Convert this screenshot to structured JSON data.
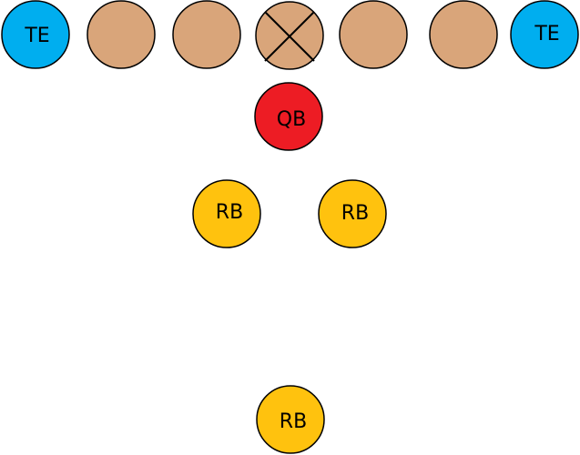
{
  "formation": {
    "players": [
      {
        "id": "te-left",
        "role": "tight-end",
        "label": "TE",
        "color": "#00AEEF"
      },
      {
        "id": "ol-1",
        "role": "lineman",
        "label": "",
        "color": "#D9A57A"
      },
      {
        "id": "ol-2",
        "role": "lineman",
        "label": "",
        "color": "#D9A57A"
      },
      {
        "id": "center",
        "role": "center",
        "label": "",
        "color": "#D9A57A",
        "marker": "x-mark"
      },
      {
        "id": "ol-4",
        "role": "lineman",
        "label": "",
        "color": "#D9A57A"
      },
      {
        "id": "ol-5",
        "role": "lineman",
        "label": "",
        "color": "#D9A57A"
      },
      {
        "id": "te-right",
        "role": "tight-end",
        "label": "TE",
        "color": "#00AEEF"
      },
      {
        "id": "qb",
        "role": "quarterback",
        "label": "QB",
        "color": "#ED1C24"
      },
      {
        "id": "rb-left",
        "role": "running-back",
        "label": "RB",
        "color": "#FFC20E"
      },
      {
        "id": "rb-right",
        "role": "running-back",
        "label": "RB",
        "color": "#FFC20E"
      },
      {
        "id": "rb-deep",
        "role": "running-back",
        "label": "RB",
        "color": "#FFC20E"
      }
    ]
  }
}
